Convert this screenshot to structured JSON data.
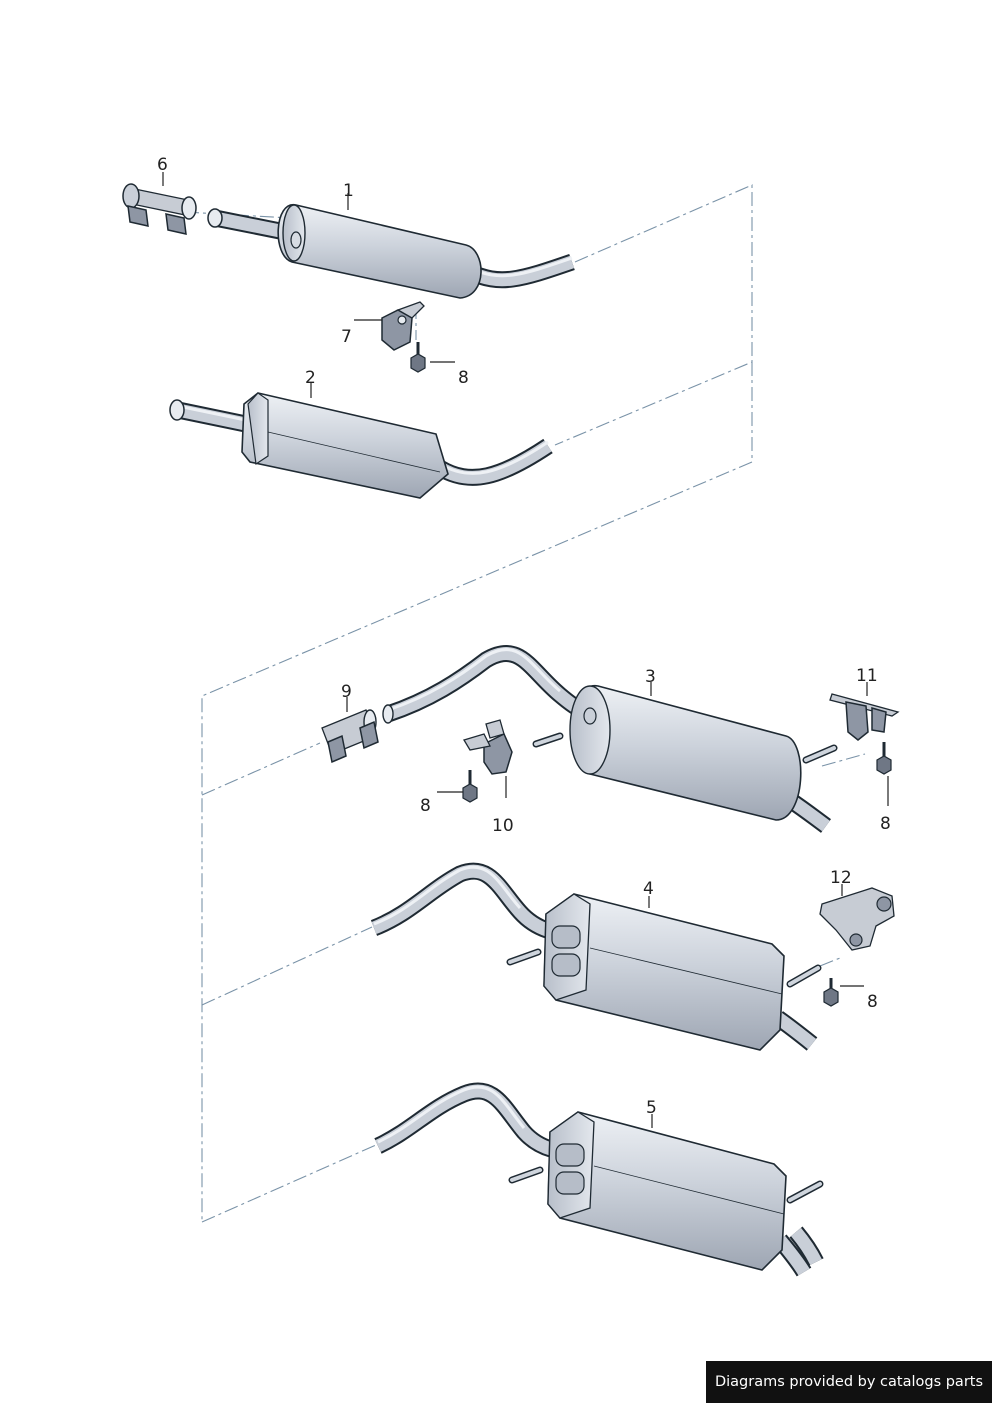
{
  "callouts": {
    "c1": "1",
    "c2": "2",
    "c3": "3",
    "c4": "4",
    "c5": "5",
    "c6": "6",
    "c7": "7",
    "c8a": "8",
    "c8b": "8",
    "c8c": "8",
    "c8d": "8",
    "c9": "9",
    "c10": "10",
    "c11": "11",
    "c12": "12"
  },
  "footer": {
    "text": "Diagrams provided by catalogs parts"
  },
  "colors": {
    "metal": "#c9cfd8",
    "metal_dark": "#8e96a4",
    "outline": "#1f2a33",
    "dash": "#7a93a8",
    "badge": "#111111"
  }
}
